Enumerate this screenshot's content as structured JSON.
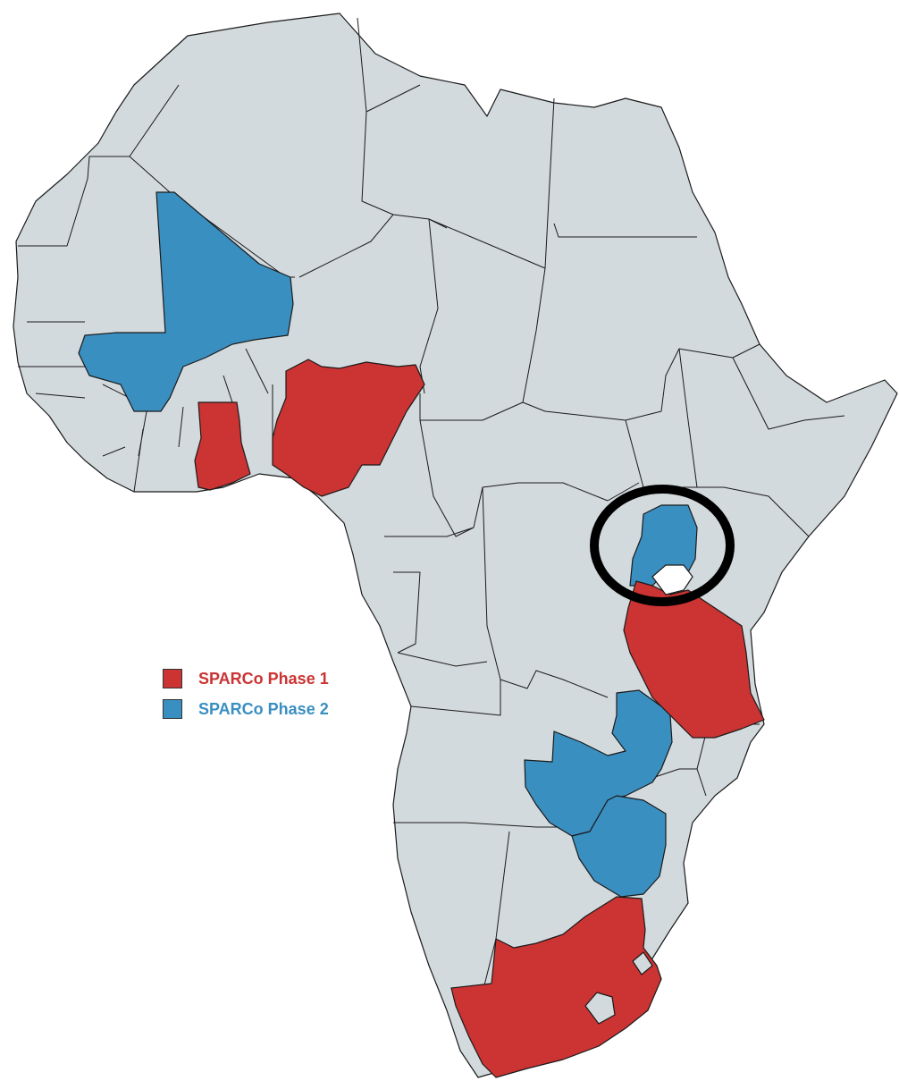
{
  "colors": {
    "land": "#d3dadd",
    "phase1": "#cc3333",
    "phase2": "#3a8fc1",
    "border": "#1a1a1a",
    "lake": "#ffffff",
    "highlight_ring": "#000000"
  },
  "legend": {
    "items": [
      {
        "label": "SPARCo Phase 1",
        "color_key": "phase1"
      },
      {
        "label": "SPARCo Phase 2",
        "color_key": "phase2"
      }
    ]
  },
  "highlighted_countries": {
    "phase1": [
      "Ghana",
      "Nigeria",
      "Tanzania",
      "South Africa"
    ],
    "phase2": [
      "Mali",
      "Uganda",
      "Zambia",
      "Zimbabwe"
    ]
  },
  "annotation": {
    "type": "circle",
    "target": "Uganda"
  }
}
